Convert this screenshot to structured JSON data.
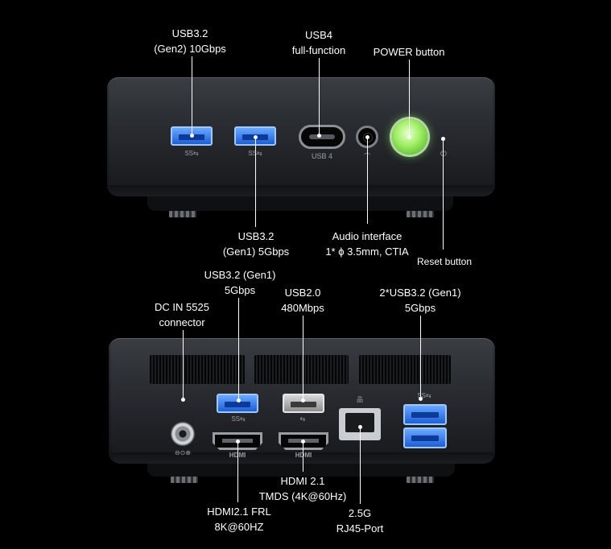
{
  "front": {
    "labels": {
      "usb32_gen2": [
        "USB3.2",
        "(Gen2) 10Gbps"
      ],
      "usb4": [
        "USB4",
        "full-function"
      ],
      "power": [
        "POWER button"
      ],
      "usb32_gen1": [
        "USB3.2",
        "(Gen1) 5Gbps"
      ],
      "audio": [
        "Audio interface",
        "1* ϕ 3.5mm, CTIA"
      ],
      "reset": [
        "Reset button"
      ]
    },
    "port_marks": {
      "ss1": "SS⇆",
      "ss2": "SS⇆",
      "usb4": "USB 4",
      "audio": "⌒",
      "reset": "⏻"
    }
  },
  "rear": {
    "labels": {
      "dc_in": [
        "DC IN 5525",
        "connector"
      ],
      "usb32_gen1": [
        "USB3.2 (Gen1)",
        "5Gbps"
      ],
      "usb20": [
        "USB2.0",
        "480Mbps"
      ],
      "usb32_gen1_x2": [
        "2*USB3.2 (Gen1)",
        "5Gbps"
      ],
      "hdmi21_frl": [
        "HDMI2.1 FRL",
        "8K@60HZ"
      ],
      "hdmi21_tmds": [
        "HDMI 2.1",
        "TMDS (4K@60Hz)"
      ],
      "rj45": [
        "2.5G",
        "RJ45-Port"
      ]
    },
    "port_marks": {
      "hdmi1": "HDMI",
      "hdmi2": "HDMI",
      "dc": "⊖⊙⊕",
      "ss_rear": "SS⇆",
      "usb2_mark": "⇆",
      "ss_pair": "SS⇆",
      "lan": "品"
    }
  }
}
